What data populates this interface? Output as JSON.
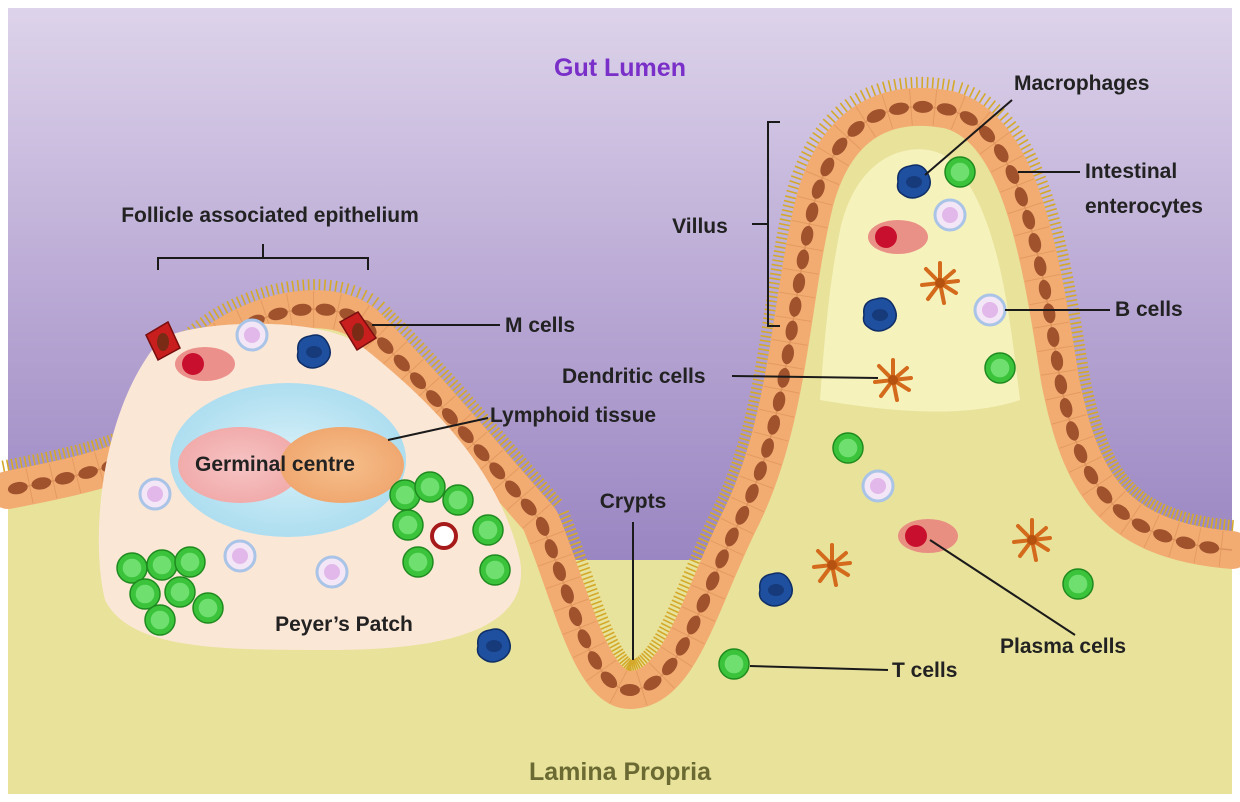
{
  "title_top": "Gut Lumen",
  "title_bottom": "Lamina Propria",
  "labels": {
    "follicle_epithelium": "Follicle associated epithelium",
    "m_cells": "M cells",
    "lymphoid_tissue": "Lymphoid tissue",
    "germinal_centre": "Germinal centre",
    "peyers_patch": "Peyer’s Patch",
    "crypts": "Crypts",
    "villus": "Villus",
    "macrophages": "Macrophages",
    "intestinal_enterocytes_line1": "Intestinal",
    "intestinal_enterocytes_line2": "enterocytes",
    "b_cells": "B cells",
    "dendritic_cells": "Dendritic cells",
    "plasma_cells": "Plasma cells",
    "t_cells": "T cells"
  },
  "colors": {
    "lumen_top": "#d8cde6",
    "lumen_bottom": "#a894c9",
    "lamina_propria": "#e6e29c",
    "epithelium": "#f2ac72",
    "nucleus": "#a0522d",
    "microvilli": "#d4a92a",
    "m_cell": "#c81e1e",
    "peyers_patch": "#fbe7d6",
    "lymphoid_tissue": "#b6e3f2",
    "t_cell": "#3bc43b",
    "b_cell": "#e7c6ee",
    "macrophage": "#1f4f9f",
    "dendritic_cell": "#d46a1c",
    "plasma_cell": "#e8807e",
    "gut_lumen_text": "#7a2fc8",
    "lamina_propria_text": "#6b6a33"
  }
}
